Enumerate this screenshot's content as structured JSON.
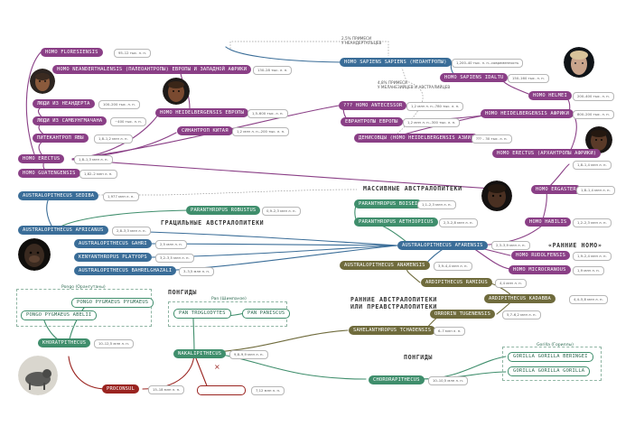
{
  "nodes": {
    "homo_floresiensis": "HOMO FLORESIENSIS",
    "homo_neanderthalensis": "HOMO NEANDERTHALENSIS (ПАЛЕОАНТРОПЫ) ЕВРОПЫ И ЗАПАДНОЙ АФРИКИ",
    "people_neander": "ЛЮДИ ИЗ НЕАНДЕРТА",
    "people_sambung": "ЛЮДИ ИЗ САМБУНГМАЧАНА",
    "pithecanthrope": "ПИТЕКАНТРОП ЯВЫ",
    "homo_heidelbergensis_europe": "HOMO HEIDELBERGENSIS ЕВРОПЫ",
    "sinanthrope": "СИНАНТРОП КИТАЯ",
    "homo_erectus": "HOMO ERECTUS",
    "homo_guatengensis": "HOMO GUATENGENSIS",
    "homo_sapiens_sapiens": "HOMO SAPIENS SAPIENS (НЕОАНТРОПЫ)",
    "homo_sapiens_idaltu": "HOMO SAPIENS IDALTU",
    "homo_antecessor": "??? HOMO ANTECESSOR",
    "eurantropes": "ЕВРАНТРОПЫ ЕВРОПЫ",
    "denisovans": "ДЕНИСОВЦЫ (HOMO HEIDELBERGENSIS АЗИИ)",
    "homo_helmei": "HOMO HELMEI",
    "homo_heidelbergensis_africa": "HOMO HEIDELBERGENSIS АФРИКИ",
    "homo_erectus_africa": "HOMO ERECTUS (АРХАНТРОПЫ АФРИКИ)",
    "homo_ergaster": "HOMO ERGASTER",
    "homo_habilis": "HOMO HABILIS",
    "australopithecus_sediba": "AUSTRALOPITHECUS SEDIBA",
    "paranthropus_robustus": "PARANTHROPUS ROBUSTUS",
    "paranthropus_boisei": "PARANTHROPUS BOISEI",
    "paranthropus_aethiopicus": "PARANTHROPUS AETHIOPICUS",
    "australopithecus_africanus": "AUSTRALOPITHECUS AFRICANUS",
    "australopithecus_garhi": "AUSTRALOPITHECUS GAHRI",
    "kenyanthropus": "KENYANTHROPUS PLATYOPS",
    "australopithecus_bahrelghazali": "AUSTRALOPITHECUS BAHRELGHAZALI",
    "australopithecus_afarensis": "AUSTRALOPITHECUS AFARENSIS",
    "homo_rudolfensis": "HOMO RUDOLFENSIS",
    "homo_microcranous": "HOMO MICROCRANOUS",
    "australopithecus_anamensis": "AUSTRALOPITHECUS ANAMENSIS",
    "ardipithecus_ramidus": "ARDIPITHECUS RAMIDUS",
    "ardipithecus_kadabba": "ARDIPITHECUS KADABBA",
    "orrorin": "ORRORIN TUGENENSIS",
    "sahelanthropus": "SAHELANTHROPUS TCHADENSIS",
    "pongo_pygmaeus": "PONGO PYGMAEUS PYGMAEUS",
    "pongo_abelii": "PONGO PYGMAEUS ABELII",
    "pan_troglodytes": "PAN TROGLODYTES",
    "pan_paniscus": "PAN PANISCUS",
    "khoratpithecus": "KHORATPITHECUS",
    "nakalipithecus": "NAKALIPITHECUS",
    "proconsul": "PROCONSUL",
    "chororapithecus": "CHORORAPITHECUS",
    "gorilla_beringei": "GORILLA GORILLA BERINGEI",
    "gorilla_gorilla": "GORILLA GORILLA GORILLA"
  },
  "dates": {
    "homo_floresiensis": "95–12 тыс. л. н.",
    "homo_neanderthalensis": "130–28 тыс. л. н.",
    "people_neander": "100–200 тыс. л. н.",
    "people_sambung": "~400 тыс. л. н.",
    "pithecanthrope": "1,8–1,2 млн л. н.",
    "homo_heidelbergensis_europe": "1,5–600 тыс. л. н.",
    "sinanthrope": "1,2 млн л. н.–200 тыс. л. н.",
    "homo_erectus": "1,8–1,3 млн л. н.",
    "homo_guatengensis": "1,82–2 млн л. н.",
    "homo_sapiens_sapiens": "1,200–40 тыс. л. н.–современность",
    "homo_sapiens_idaltu": "150–160 тыс. л. н.",
    "homo_antecessor": "1,2 млн л. н.–780 тыс. л. н.",
    "eurantropes": "1,2 млн л. н.–300 тыс. л. н.",
    "denisovans": "??? – 30 тыс. л. н.",
    "homo_helmei": "200–400 тыс. л. н.",
    "homo_heidelbergensis_africa": "800–200 тыс. л. н.",
    "homo_erectus_africa": "1,8–1,4 млн л. н.",
    "homo_ergaster": "1,8–1,4 млн л. н.",
    "homo_habilis": "1,2–2,3 млн л. н.",
    "australopithecus_sediba": "1,977 млн л. н.",
    "paranthropus_robustus": "0,9–2,3 млн л. н.",
    "paranthropus_boisei": "1,1–2,3 млн л. н.",
    "paranthropus_aethiopicus": "2,3–2,8 млн л. н.",
    "australopithecus_africanus": "2,8–3,3 млн л. н.",
    "australopithecus_garhi": "2,5 млн л. н.",
    "kenyanthropus": "3,2–3,5 млн л. н.",
    "australopithecus_bahrelghazali": "3–3,5 млн л. н.",
    "australopithecus_afarensis": "2,3–3,9 млн л. н.",
    "homo_rudolfensis": "1,9–2,4 млн л. н.",
    "homo_microcranous": "1,9 млн л. н.",
    "australopithecus_anamensis": "3,9–4,4 млн л. н.",
    "ardipithecus_ramidus": "4,4 млн л. н.",
    "ardipithecus_kadabba": "4,4–5,8 млн л. н.",
    "orrorin": "5,7–6,2 млн л. н.",
    "sahelanthropus": "6–7 млн л. н.",
    "khoratpithecus": "10–12,5 млн л. н.",
    "nakalipithecus": "9,8–9,9 млн л. н.",
    "proconsul": "15–18 млн л. н.",
    "unknown": "7,12 млн л. н.",
    "chororapithecus": "10–10,5 млн л. н."
  },
  "headings": {
    "massive": "МАССИВНЫЕ АВСТРАЛОПИТЕКИ",
    "gracile": "ГРАЦИЛЬНЫЕ АВСТРАЛОПИТЕКИ",
    "early_homo": "«РАННИЕ HOMO»",
    "early_australo_1": "РАННИЕ АВСТРАЛОПИТЕКИ",
    "early_australo_2": "ИЛИ ПРЕАВСТРАЛОПИТЕКИ",
    "pongids_left": "ПОНГИДЫ",
    "pongids_right": "ПОНГИДЫ"
  },
  "subheadings": {
    "pongo": "Pongo (Орангутаны)",
    "pan": "Pan (Шимпанзе)",
    "gorilla": "Gorilla (Гориллы)"
  },
  "annotations": {
    "neander_admix_1": "2,5% ПРИМЕСИ",
    "neander_admix_2": "У НЕАНДЕРТАЛЬЦЕВ",
    "melanesian_admix_1": "4,8% ПРИМЕСИ",
    "melanesian_admix_2": "У МЕЛАНЕЗИЙЦЕВ И АВСТРАЛИЙЦЕВ"
  },
  "colors": {
    "homo": "#8a3f86",
    "australopith": "#3a6d98",
    "paranthropus": "#3f8e6c",
    "early": "#6f6b3c",
    "proconsul": "#9a2420"
  }
}
